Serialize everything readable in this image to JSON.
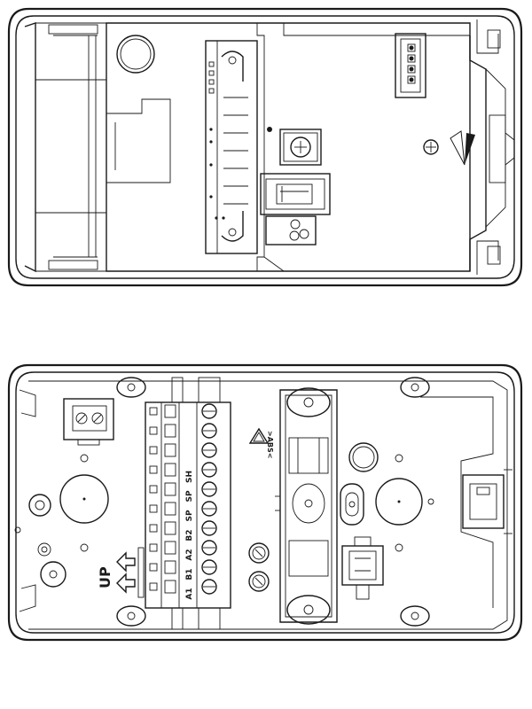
{
  "figure": {
    "top_view": {
      "name": "housing-cover-inside"
    },
    "bottom_view": {
      "name": "housing-base-terminals",
      "terminal_labels": [
        "SH",
        "SP",
        "SP",
        "B2",
        "A2",
        "B1",
        "A1"
      ],
      "up_label": "UP",
      "recycle_mark_text": ">ABS<"
    }
  }
}
